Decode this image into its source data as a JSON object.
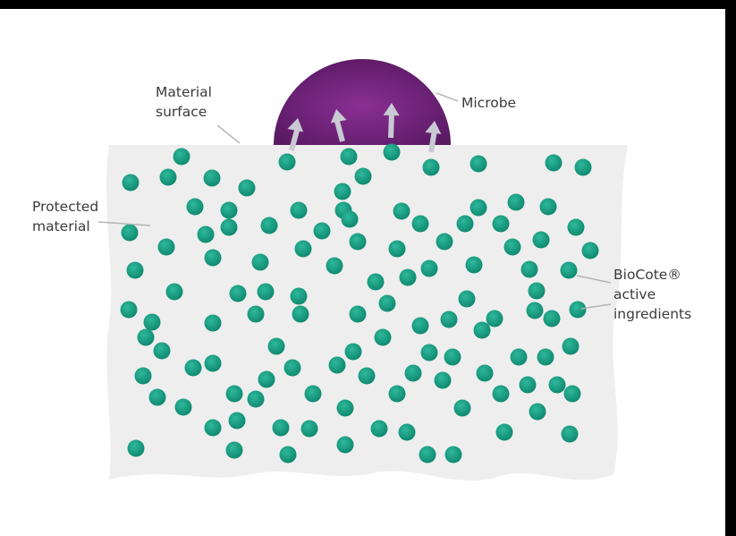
{
  "labels": {
    "material_surface": [
      "Material",
      "surface"
    ],
    "microbe": "Microbe",
    "protected_material": [
      "Protected",
      "material"
    ],
    "active_ingredients": [
      "BioCote®",
      "active",
      "ingredients"
    ]
  },
  "colors": {
    "material": "#eeeeee",
    "particle": "#13957c",
    "particle_highlight": "#2fb89b",
    "microbe_center": "#7b2a86",
    "microbe_edge": "#5a1a63",
    "arrow": "#c9c9d4",
    "leader_line": "#b5b5b5",
    "text": "#3b3b3b"
  },
  "icons": [
    "upward-arrow-icon"
  ],
  "particle_count": 120,
  "arrow_count": 4
}
